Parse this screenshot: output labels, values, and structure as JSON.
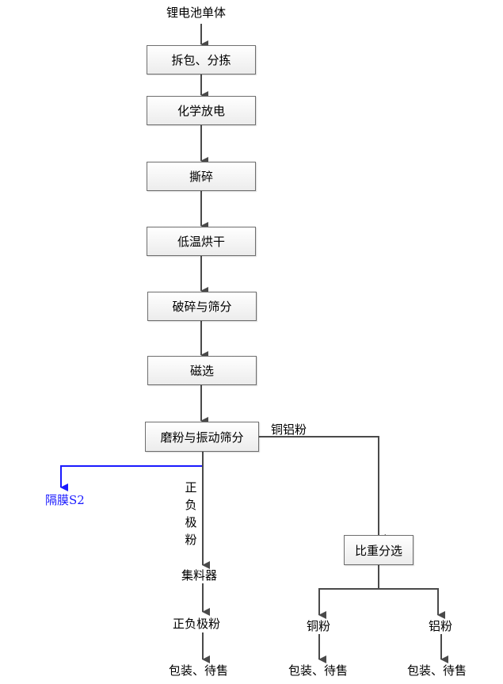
{
  "diagram": {
    "start": "锂电池单体",
    "steps": [
      "拆包、分拣",
      "化学放电",
      "撕碎",
      "低温烘干",
      "破碎与筛分",
      "磁选",
      "磨粉与振动筛分"
    ],
    "branch_right_label": "铜铝粉",
    "branch_left_output": "隔膜S2",
    "branch_center_label_chars": [
      "正",
      "负",
      "极",
      "粉"
    ],
    "center_chain": [
      "集料器",
      "正负极粉",
      "包装、待售"
    ],
    "gravity_separation": "比重分选",
    "copper_output": "铜粉",
    "aluminum_output": "铝粉",
    "copper_package": "包装、待售",
    "aluminum_package": "包装、待售",
    "colors": {
      "line": "#4a4a4a",
      "separator_branch": "#1a1aff"
    }
  }
}
